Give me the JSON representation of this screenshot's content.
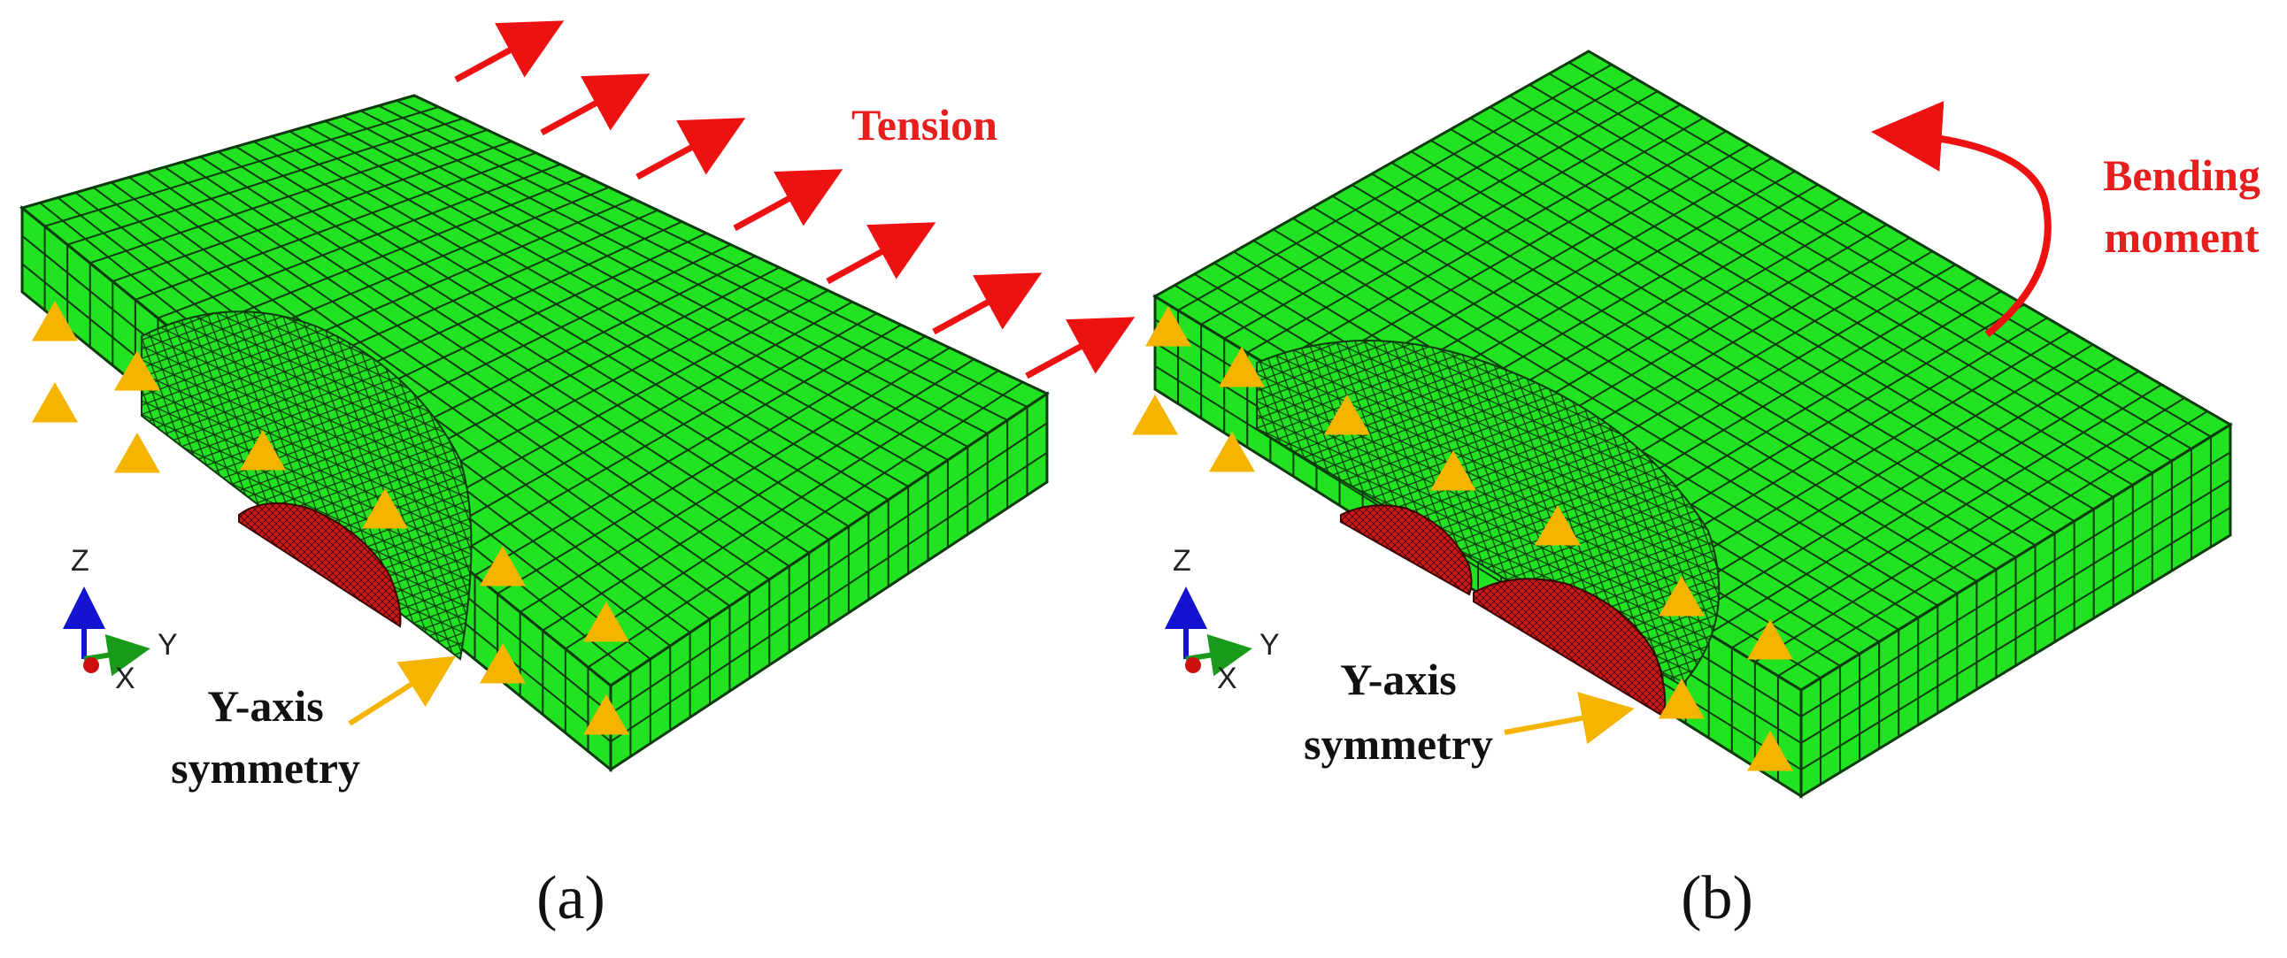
{
  "panel_a": {
    "caption": "(a)",
    "load_label": "Tension",
    "symmetry_label_line1": "Y-axis",
    "symmetry_label_line2": "symmetry",
    "triad": {
      "z": "Z",
      "y": "Y",
      "x": "X"
    }
  },
  "panel_b": {
    "caption": "(b)",
    "load_label_line1": "Bending",
    "load_label_line2": "moment",
    "symmetry_label_line1": "Y-axis",
    "symmetry_label_line2": "symmetry",
    "triad": {
      "z": "Z",
      "y": "Y",
      "x": "X"
    }
  },
  "colors": {
    "mesh_fill": "#22e322",
    "mesh_line": "#0b3a0b",
    "inclusion": "#cc1a1a",
    "load_arrow": "#ee1111",
    "constraint": "#f5b400",
    "label_red": "#e61e1e",
    "label_dark": "#111111",
    "pointer_arrow": "#f5b400",
    "triad_z": "#1414d0",
    "triad_y": "#1a9a1a",
    "triad_x": "#cc1010"
  }
}
